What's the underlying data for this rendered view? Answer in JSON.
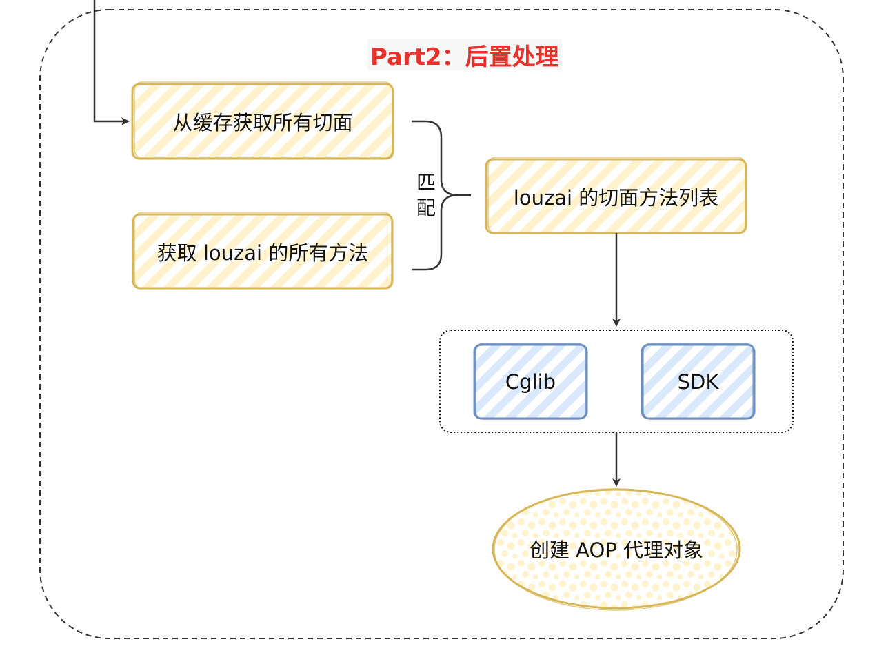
{
  "title": "Part2：后置处理",
  "nodes": {
    "get_aspects": "从缓存获取所有切面",
    "get_methods": "获取 louzai 的所有方法",
    "aspect_list": "louzai 的切面方法列表",
    "cglib": "Cglib",
    "sdk": "SDK",
    "create_proxy": "创建 AOP 代理对象"
  },
  "match_label": [
    "匹",
    "配"
  ],
  "colors": {
    "title_red": "#e8312a",
    "yellow_border": "#d6b656",
    "yellow_fill": "#fff2cc",
    "blue_border": "#6c8ebf",
    "blue_fill": "#dae8fc",
    "line": "#333333"
  }
}
